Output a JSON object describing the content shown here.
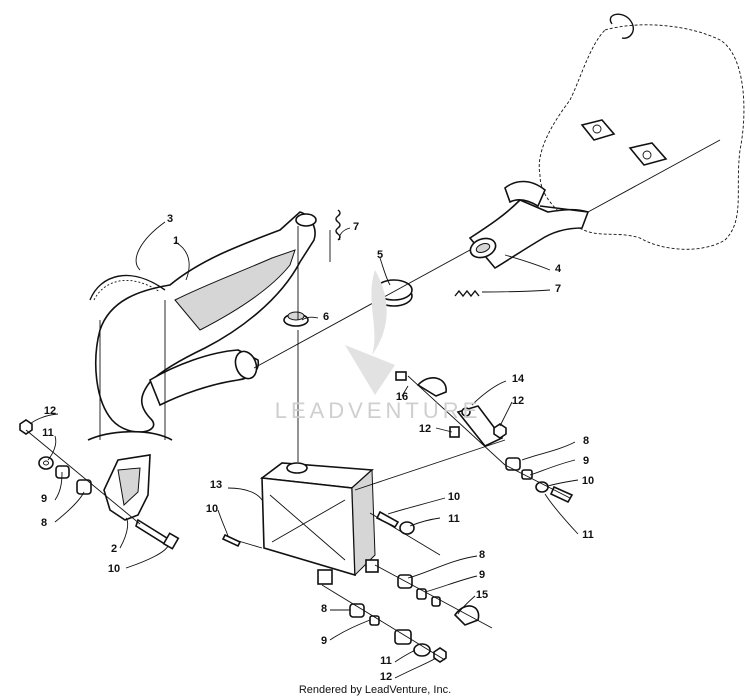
{
  "footer": "Rendered by LeadVenture, Inc.",
  "watermark": "LEADVENTURE",
  "callouts": [
    {
      "id": "c3",
      "label": "3"
    },
    {
      "id": "c1",
      "label": "1"
    },
    {
      "id": "c7a",
      "label": "7"
    },
    {
      "id": "c5",
      "label": "5"
    },
    {
      "id": "c6",
      "label": "6"
    },
    {
      "id": "c4",
      "label": "4"
    },
    {
      "id": "c7b",
      "label": "7"
    },
    {
      "id": "c14",
      "label": "14"
    },
    {
      "id": "c16",
      "label": "16"
    },
    {
      "id": "c12a",
      "label": "12"
    },
    {
      "id": "c12b",
      "label": "12"
    },
    {
      "id": "c12c",
      "label": "12"
    },
    {
      "id": "c11a",
      "label": "11"
    },
    {
      "id": "c9a",
      "label": "9"
    },
    {
      "id": "c8a",
      "label": "8"
    },
    {
      "id": "c2",
      "label": "2"
    },
    {
      "id": "c10a",
      "label": "10"
    },
    {
      "id": "c13",
      "label": "13"
    },
    {
      "id": "c10b",
      "label": "10"
    },
    {
      "id": "c10c",
      "label": "10"
    },
    {
      "id": "c11b",
      "label": "11"
    },
    {
      "id": "c8b",
      "label": "8"
    },
    {
      "id": "c9b",
      "label": "9"
    },
    {
      "id": "c10d",
      "label": "10"
    },
    {
      "id": "c11c",
      "label": "11"
    },
    {
      "id": "c8c",
      "label": "8"
    },
    {
      "id": "c9c",
      "label": "9"
    },
    {
      "id": "c15",
      "label": "15"
    },
    {
      "id": "c8d",
      "label": "8"
    },
    {
      "id": "c9d",
      "label": "9"
    },
    {
      "id": "c11d",
      "label": "11"
    },
    {
      "id": "c12d",
      "label": "12"
    }
  ]
}
